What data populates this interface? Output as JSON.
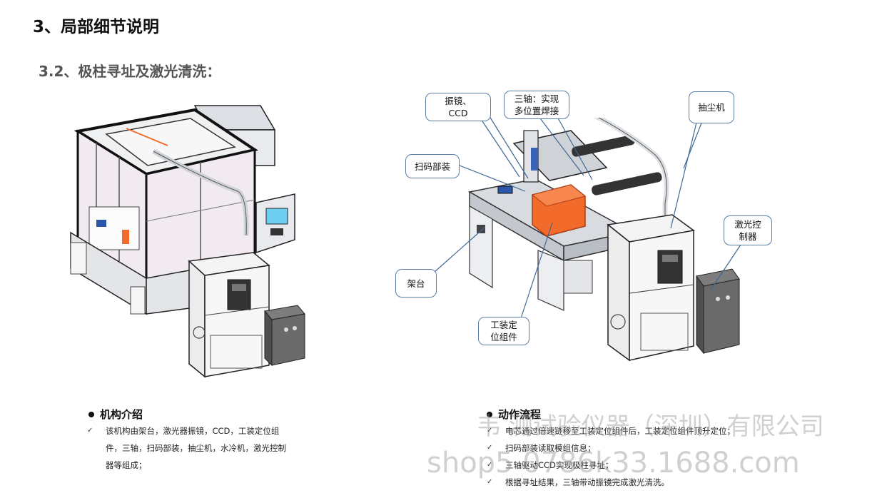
{
  "heading": "3、局部细节说明",
  "subheading": "3.2、极柱寻址及激光清洗：",
  "callouts": {
    "galvo_ccd": [
      "振镜、",
      "CCD"
    ],
    "three_axis": [
      "三轴：实现",
      "多位置焊接"
    ],
    "dust_collector": "抽尘机",
    "scan_code": "扫码部装",
    "laser_controller": [
      "激光控",
      "制器"
    ],
    "frame": "架台",
    "fixture": [
      "工装定",
      "位组件"
    ]
  },
  "mechanism": {
    "title": "机构介绍",
    "items": [
      "该机构由架台，激光器振镜，CCD，工装定位组",
      "件，三轴，扫码部装，抽尘机，水冷机，激光控制",
      "器等组成；"
    ]
  },
  "process": {
    "title": "动作流程",
    "items": [
      "电芯通过倍速链移至工装定位组件后，工装定位组件顶升定位；",
      "扫码部装读取模组信息；",
      "三轴驱动CCD实现极柱寻址；",
      "根据寻址结果，三轴带动振镜完成激光清洗。"
    ]
  },
  "watermark": {
    "line1": "韦 测试验仪器（深圳）有限公司",
    "line2": "shop5   0786k33.1688.com"
  },
  "colors": {
    "callout_border": "#5b7fa6",
    "leader_line": "#3f6896",
    "accent_orange": "#f26b2a",
    "frame_gray": "#c9ccd2",
    "panel_pink": "#f1eaf0"
  }
}
